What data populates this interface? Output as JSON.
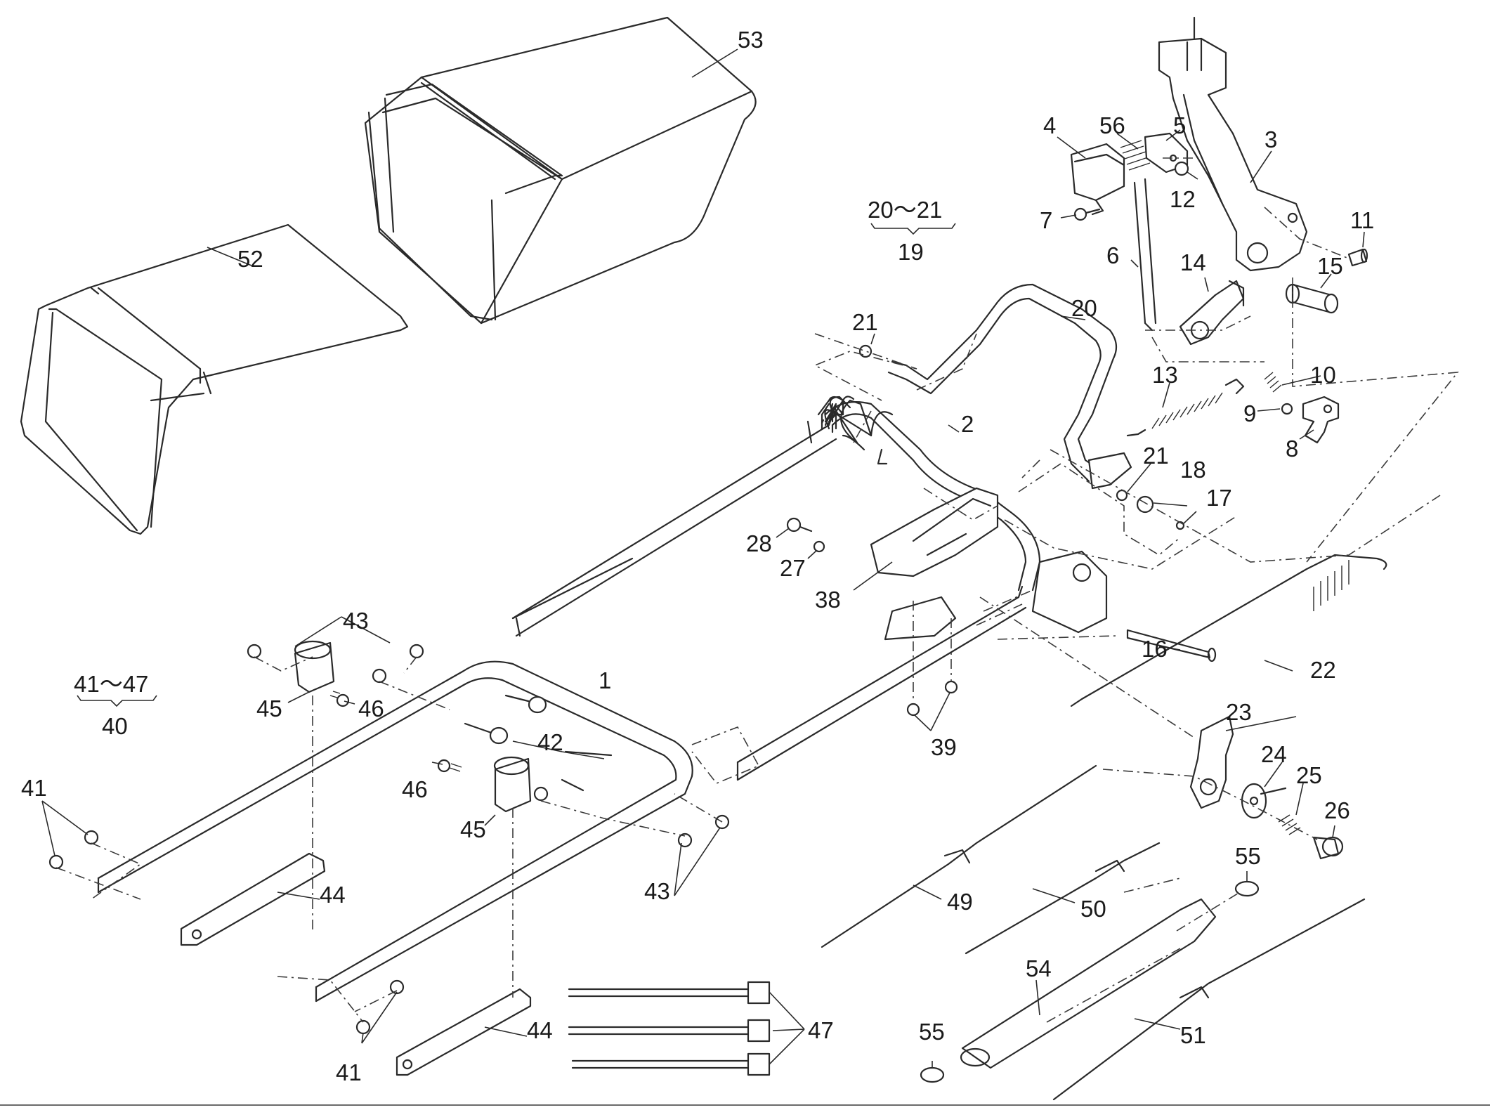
{
  "diagram": {
    "type": "exploded-parts-view",
    "callouts": {
      "1": "1",
      "2": "2",
      "3": "3",
      "4": "4",
      "5": "5",
      "6": "6",
      "7": "7",
      "8": "8",
      "9": "9",
      "10": "10",
      "11": "11",
      "12": "12",
      "13": "13",
      "14": "14",
      "15": "15",
      "16": "16",
      "17": "17",
      "18": "18",
      "19": "19",
      "20": "20",
      "21a": "21",
      "21b": "21",
      "22": "22",
      "23": "23",
      "24": "24",
      "25": "25",
      "26": "26",
      "27": "27",
      "28": "28",
      "38": "38",
      "39": "39",
      "40": "40",
      "41a": "41",
      "41b": "41",
      "42": "42",
      "43a": "43",
      "43b": "43",
      "44a": "44",
      "44b": "44",
      "45a": "45",
      "45b": "45",
      "46a": "46",
      "46b": "46",
      "47": "47",
      "49": "49",
      "50": "50",
      "51": "51",
      "52": "52",
      "53": "53",
      "54": "54",
      "55a": "55",
      "55b": "55",
      "56": "56"
    },
    "groups": {
      "g19_range": "20～21",
      "g40_range": "41～47"
    }
  }
}
